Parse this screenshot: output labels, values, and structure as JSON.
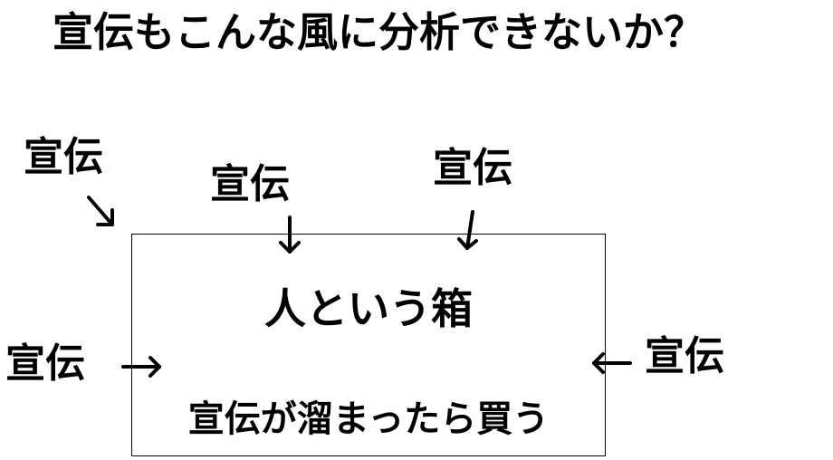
{
  "title": "宣伝もこんな風に分析できないか？",
  "box": {
    "title": "人という箱",
    "caption": "宣伝が溜まったら買う"
  },
  "inputs": [
    "宣伝",
    "宣伝",
    "宣伝",
    "宣伝",
    "宣伝"
  ]
}
